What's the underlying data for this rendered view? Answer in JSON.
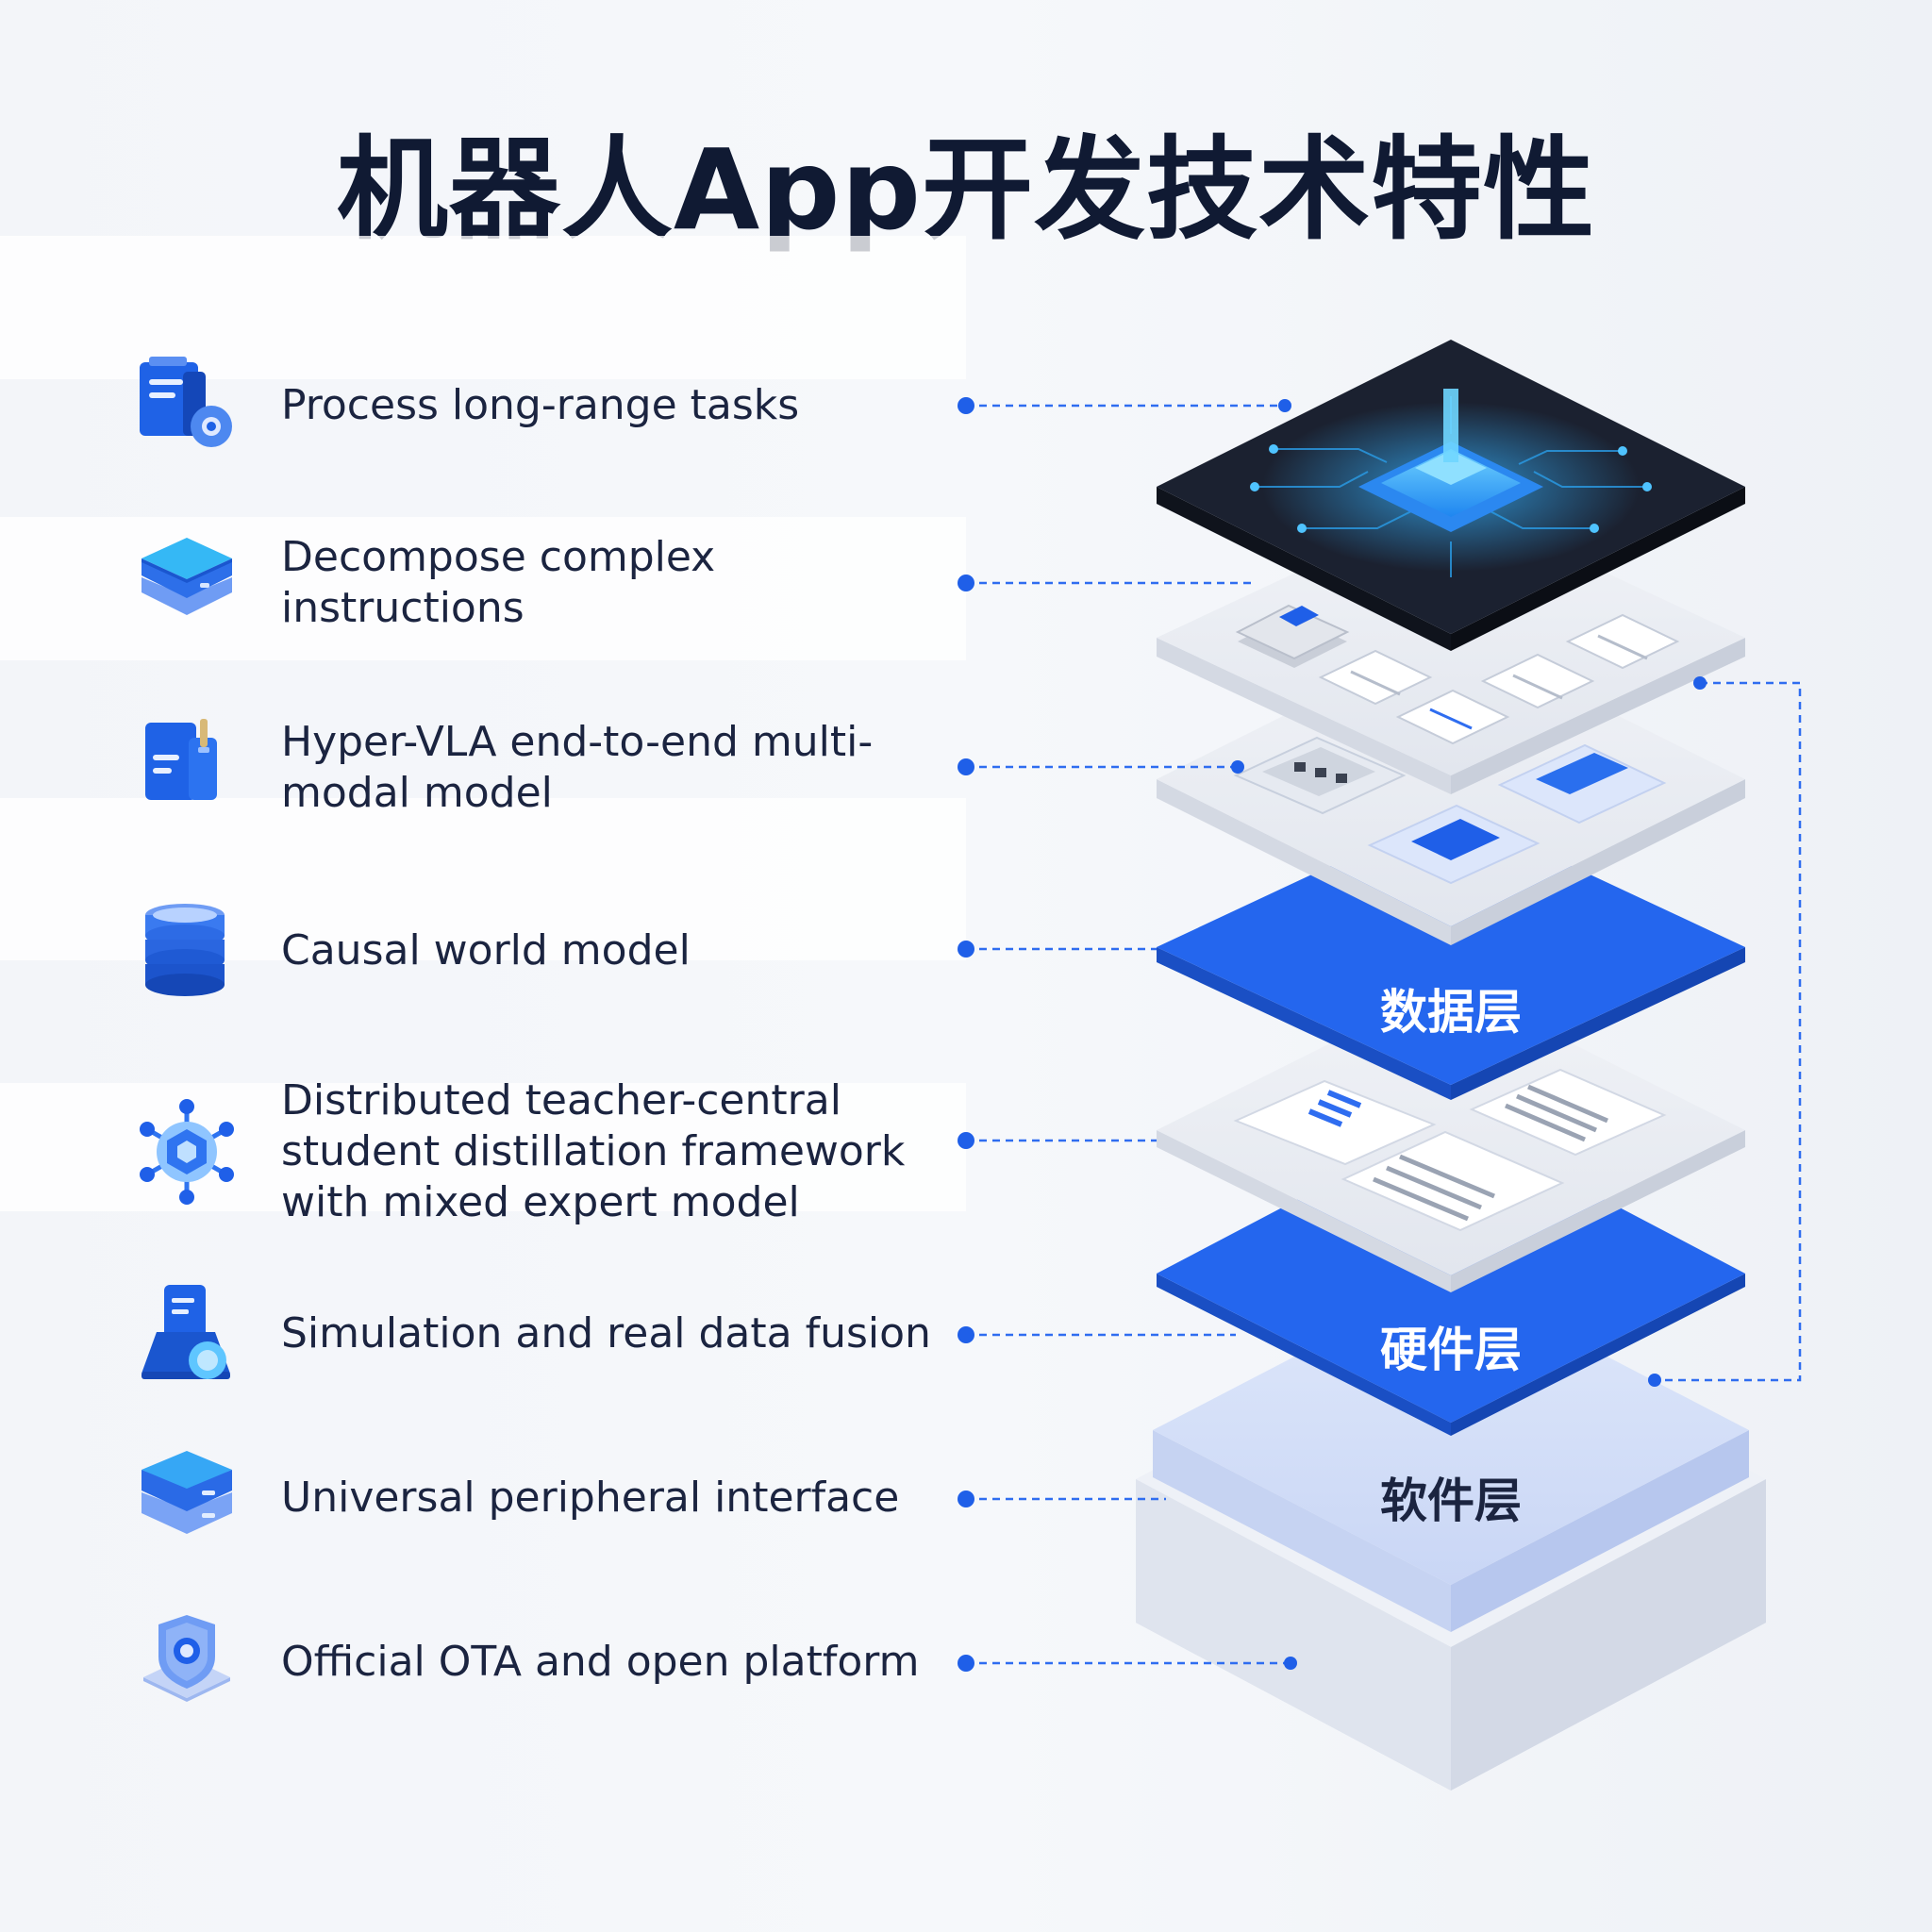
{
  "title": "机器人App开发技术特性",
  "features": [
    {
      "label": "Process long-range tasks",
      "icon": "document-gear-icon"
    },
    {
      "label": "Decompose complex instructions",
      "icon": "layers-stack-icon"
    },
    {
      "label": "Hyper-VLA end-to-end multi-modal model",
      "icon": "files-icon"
    },
    {
      "label": "Causal world model",
      "icon": "database-icon"
    },
    {
      "label": "Distributed teacher-central student distillation framework with mixed expert model",
      "icon": "network-hub-icon"
    },
    {
      "label": "Simulation and real data fusion",
      "icon": "flask-document-icon"
    },
    {
      "label": "Universal peripheral interface",
      "icon": "server-box-icon"
    },
    {
      "label": "Official OTA and open platform",
      "icon": "shield-icon"
    }
  ],
  "layers": {
    "data": "数据层",
    "hardware": "硬件层",
    "software": "软件层"
  },
  "colors": {
    "accent": "#1f5fe8",
    "title": "#101a33",
    "text": "#1b2440",
    "connector": "#2f6df0",
    "chip_dark": "#1b2130",
    "glow": "#36b3ff"
  }
}
